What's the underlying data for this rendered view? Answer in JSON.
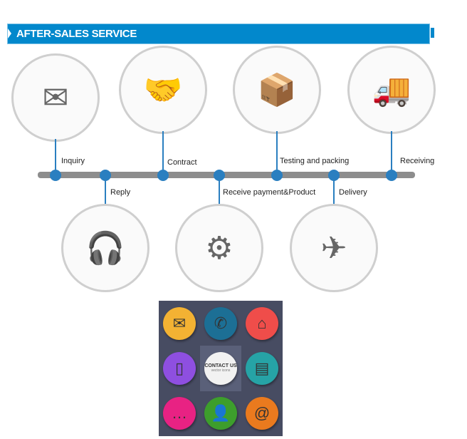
{
  "header": {
    "title": "AFTER-SALES SERVICE"
  },
  "steps": [
    {
      "label": "Inquiry",
      "icon": "envelope-icon"
    },
    {
      "label": "Reply",
      "icon": "call-center-icon"
    },
    {
      "label": "Contract",
      "icon": "handshake-icon"
    },
    {
      "label": "Receive payment&Product",
      "icon": "money-gears-icon"
    },
    {
      "label": "Testing and packing",
      "icon": "packing-icon"
    },
    {
      "label": "Delivery",
      "icon": "airplane-ship-icon"
    },
    {
      "label": "Receiving",
      "icon": "container-icon"
    }
  ],
  "contact": {
    "title": "CONTACT US",
    "subtitle": "vector icons",
    "colors": [
      "#f3b233",
      "#1c6f95",
      "#ef4d4a",
      "#8e4fe0",
      "#f2f2f2",
      "#26a3a6",
      "#e82283",
      "#3d9e2c",
      "#ea7a1e"
    ]
  }
}
